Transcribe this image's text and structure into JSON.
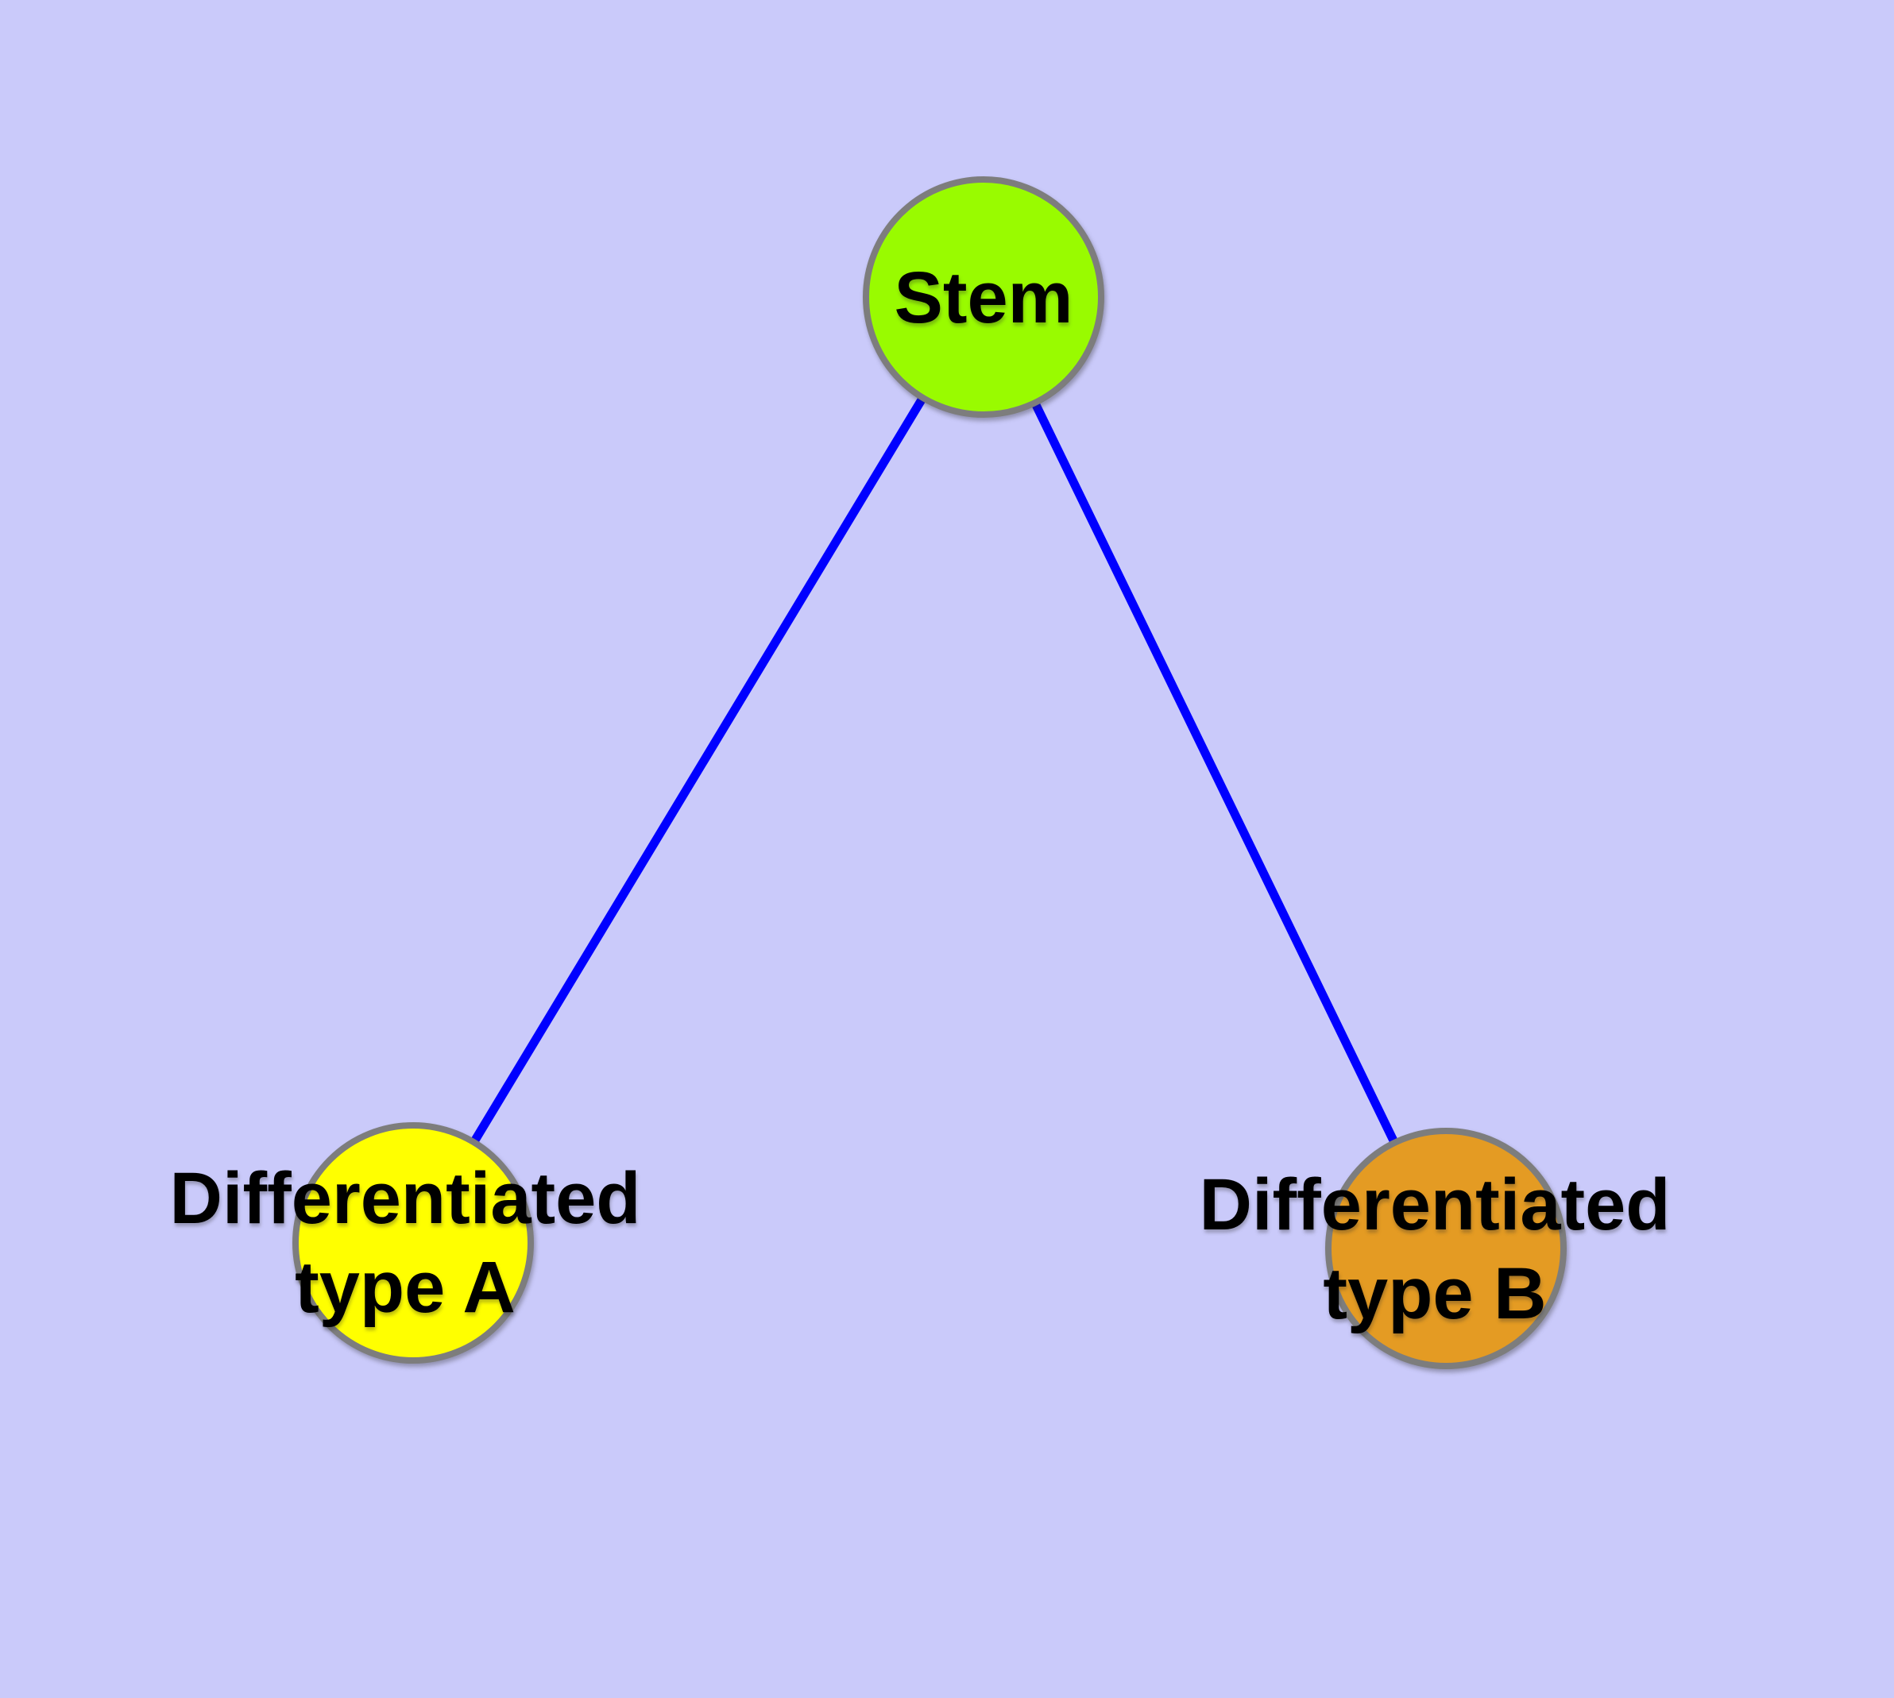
{
  "diagram": {
    "type": "node-link-graph",
    "background_color": "#cacafa",
    "node_border_color": "#7d7d7d",
    "label_text_color": "#000000",
    "edge_color": "#0000ff",
    "nodes": [
      {
        "id": "stem",
        "label": "Stem",
        "label_line1": "Stem",
        "label_line2": "",
        "fill_color": "#99fb00"
      },
      {
        "id": "differentiated-type-a",
        "label": "Differentiated type A",
        "label_line1": "Differentiated",
        "label_line2": "type A",
        "fill_color": "#ffff00"
      },
      {
        "id": "differentiated-type-b",
        "label": "Differentiated type B",
        "label_line1": "Differentiated",
        "label_line2": "type B",
        "fill_color": "#e49b23"
      }
    ],
    "edges": [
      {
        "from": "stem",
        "to": "differentiated-type-a",
        "color": "#0000ff"
      },
      {
        "from": "stem",
        "to": "differentiated-type-b",
        "color": "#0000ff"
      }
    ]
  }
}
